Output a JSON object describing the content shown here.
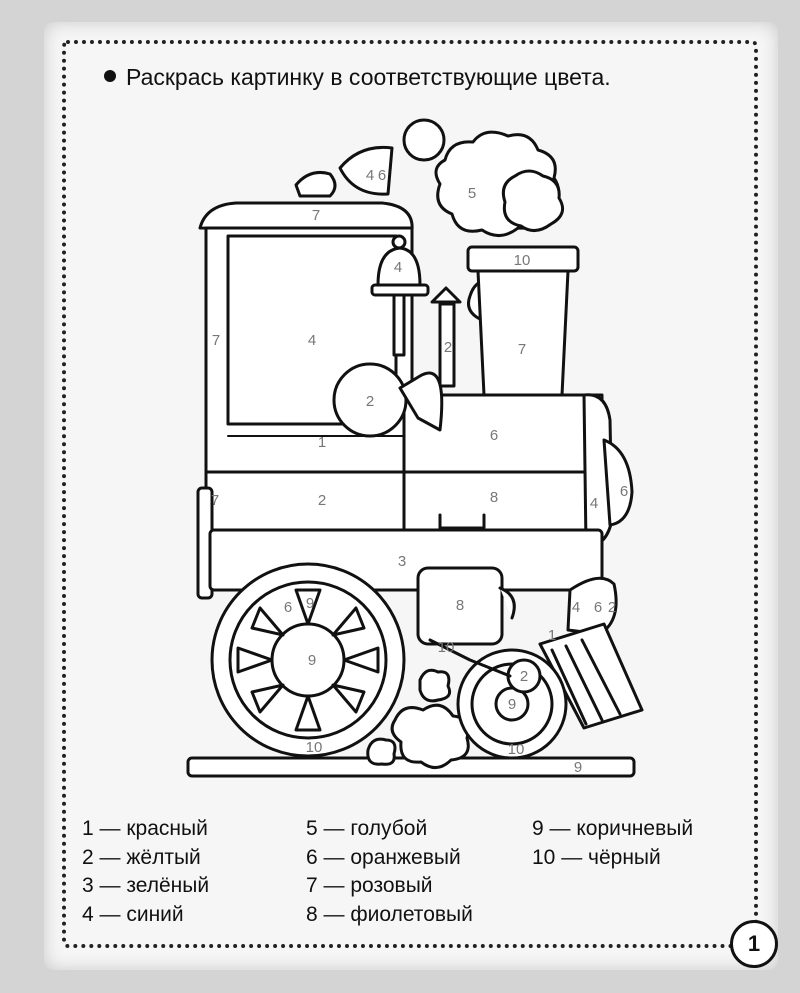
{
  "page": {
    "instruction": "Раскрась картинку в соответствующие цвета.",
    "page_number": "1"
  },
  "legend": {
    "col1": [
      "1 — красный",
      "2 — жёлтый",
      "3 — зелёный",
      "4 — синий"
    ],
    "col2": [
      "5 — голубой",
      "6 — оранжевый",
      "7 — розовый",
      "8 — фиолетовый"
    ],
    "col3": [
      "9 — коричневый",
      "10 — чёрный"
    ]
  },
  "region_labels": {
    "cab_window": "4",
    "cab_post": "7",
    "roof": "7",
    "cab_lower": "1",
    "cab_panel": "2",
    "side_post": "7",
    "chassis": "3",
    "boiler": "6",
    "boiler_lower": "8",
    "front_ring": "4",
    "front_ring_small": "6",
    "bell": "4",
    "whistle": "2",
    "horn_ball": "2",
    "chimney_top": "10",
    "chimney": "7",
    "lamp": "4",
    "lamp_small": "6",
    "cylinder": "8",
    "buffer_lamp": "4",
    "buffer_small": "6",
    "buffer_small2": "2",
    "big_wheel_hub": "9",
    "big_wheel_petal": "6",
    "big_wheel_petal2": "9",
    "small_wheel_hub": "9",
    "small_wheel_rim": "10",
    "piston": "10",
    "rail_block": "10",
    "rail": "9",
    "smoke": "5",
    "axle_ball": "2",
    "cowcatcher": "1"
  }
}
